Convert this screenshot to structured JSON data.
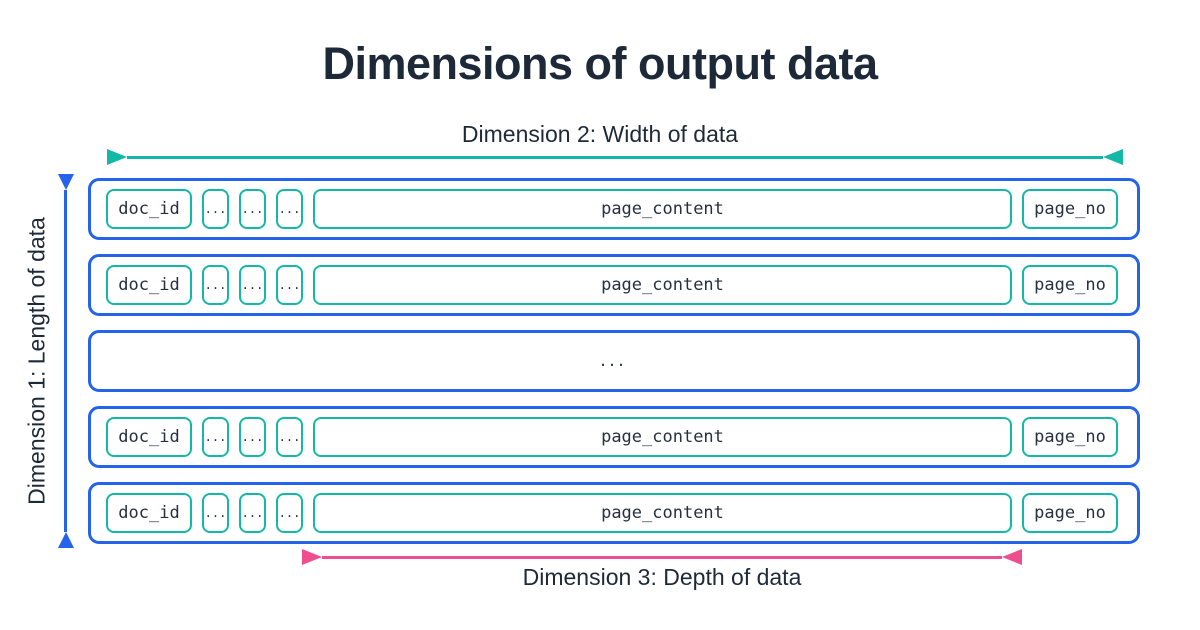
{
  "title": "Dimensions of output data",
  "diagram": {
    "dimension1_label": "Dimension 1: Length of data",
    "dimension2_label": "Dimension 2: Width of data",
    "dimension3_label": "Dimension 3: Depth of data",
    "rows": [
      {
        "type": "record",
        "cells": [
          "doc_id",
          "...",
          "...",
          "...",
          "page_content",
          "page_no"
        ]
      },
      {
        "type": "record",
        "cells": [
          "doc_id",
          "...",
          "...",
          "...",
          "page_content",
          "page_no"
        ]
      },
      {
        "type": "ellipsis",
        "cells": [
          "..."
        ]
      },
      {
        "type": "record",
        "cells": [
          "doc_id",
          "...",
          "...",
          "...",
          "page_content",
          "page_no"
        ]
      },
      {
        "type": "record",
        "cells": [
          "doc_id",
          "...",
          "...",
          "...",
          "page_content",
          "page_no"
        ]
      }
    ],
    "colors": {
      "row_border_blue": "#2563eb",
      "field_border_teal": "#14b8a6",
      "depth_arrow_pink": "#ee4d8e",
      "text_dark_navy": "#1e2939"
    }
  }
}
